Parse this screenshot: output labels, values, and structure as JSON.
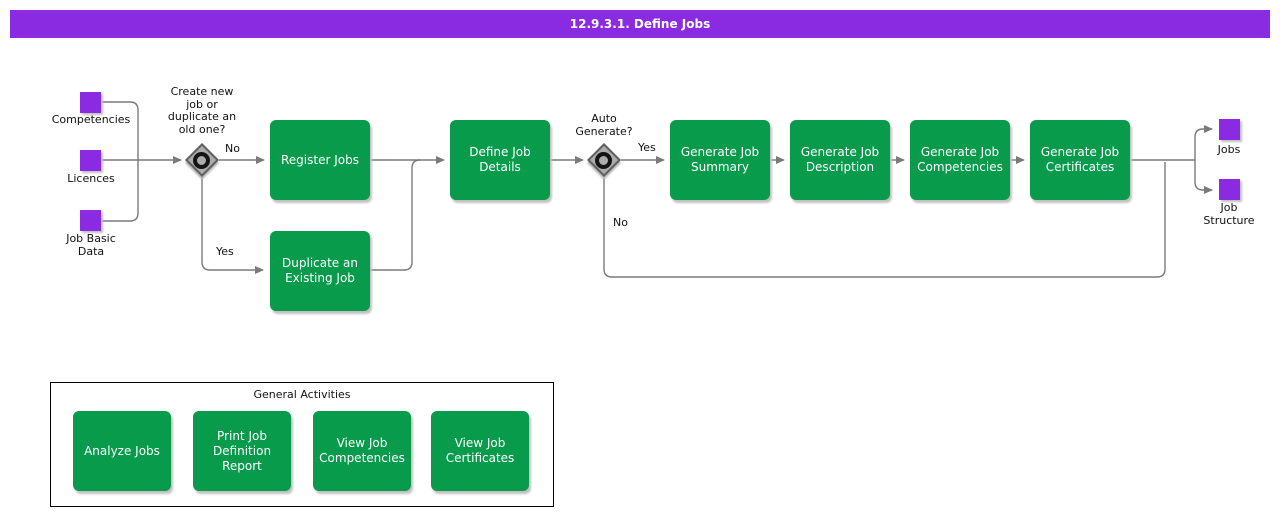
{
  "title_bar": {
    "title": "12.9.3.1. Define Jobs"
  },
  "colors": {
    "accent_purple": "#8A2BE2",
    "activity_green": "#089B4C",
    "connector_gray": "#7A7A7A",
    "gateway_gray": "#ACACAC"
  },
  "flow": {
    "inputs": [
      {
        "label": "Competencies"
      },
      {
        "label": "Licences"
      },
      {
        "label": "Job Basic\nData"
      }
    ],
    "decisions": [
      {
        "question": "Create new\njob or\nduplicate an\nold one?",
        "branches": {
          "no": "No",
          "yes": "Yes"
        }
      },
      {
        "question": "Auto\nGenerate?",
        "branches": {
          "yes": "Yes",
          "no": "No"
        }
      }
    ],
    "activities": [
      {
        "label": "Register Jobs"
      },
      {
        "label": "Duplicate an\nExisting Job"
      },
      {
        "label": "Define Job\nDetails"
      },
      {
        "label": "Generate Job\nSummary"
      },
      {
        "label": "Generate Job\nDescription"
      },
      {
        "label": "Generate Job\nCompetencies"
      },
      {
        "label": "Generate Job\nCertificates"
      }
    ],
    "outputs": [
      {
        "label": "Jobs"
      },
      {
        "label": "Job\nStructure"
      }
    ]
  },
  "general_activities": {
    "title": "General Activities",
    "items": [
      {
        "label": "Analyze Jobs"
      },
      {
        "label": "Print Job\nDefinition Report"
      },
      {
        "label": "View Job\nCompetencies"
      },
      {
        "label": "View Job\nCertificates"
      }
    ]
  }
}
